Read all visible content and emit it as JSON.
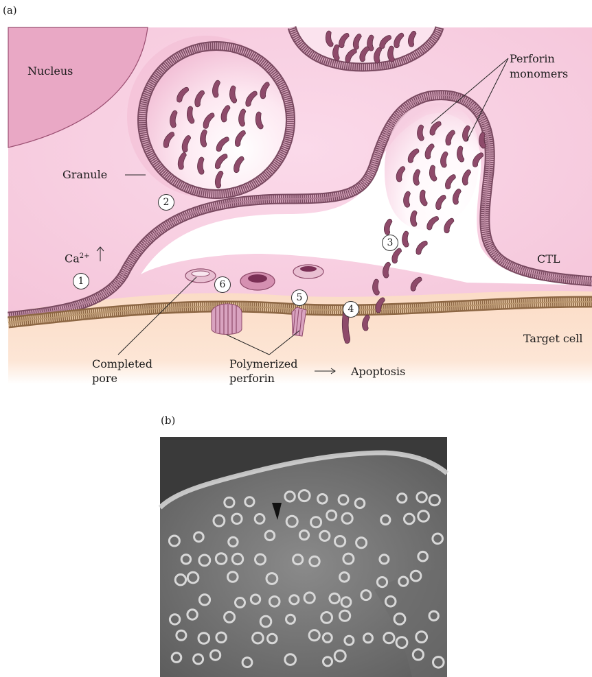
{
  "panel_a": {
    "letter": "(a)",
    "labels": {
      "nucleus": "Nucleus",
      "perforin_monomers_1": "Perforin",
      "perforin_monomers_2": "monomers",
      "granule": "Granule",
      "calcium": "Ca",
      "calcium_sup": "2+",
      "ctl": "CTL",
      "target_cell": "Target cell",
      "completed_pore_1": "Completed",
      "completed_pore_2": "pore",
      "polymerized_1": "Polymerized",
      "polymerized_2": "perforin",
      "apoptosis": "Apoptosis"
    },
    "steps": [
      "1",
      "2",
      "3",
      "4",
      "5",
      "6"
    ],
    "colors": {
      "ctl_cytoplasm": "#f6c9dc",
      "nucleus": "#e8a4c2",
      "membrane": "#b9849d",
      "perforin": "#8e4a6a",
      "target_cytoplasm": "#fbe0c8",
      "cleft": "#ffffff"
    }
  },
  "panel_b": {
    "letter": "(b)"
  }
}
